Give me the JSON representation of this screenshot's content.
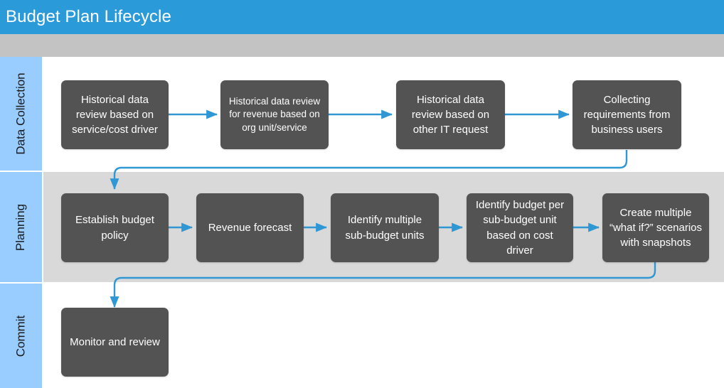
{
  "header": {
    "title": "Budget Plan Lifecycle",
    "bar_color": "#2B9AD9",
    "band_color": "#C3C3C3"
  },
  "colors": {
    "lane_label": "#99CCFF",
    "lane_planning_fill": "#D9D9D9",
    "lane_plain_fill": "#FFFFFF",
    "node_fill": "#535353",
    "node_text": "#FFFFFF",
    "connector": "#2E97D4"
  },
  "lanes": [
    {
      "label": "Data Collection"
    },
    {
      "label": "Planning"
    },
    {
      "label": "Commit"
    }
  ],
  "nodes": {
    "data_collection": [
      {
        "id": "n1",
        "label": "Historical data review based on service/cost driver"
      },
      {
        "id": "n2",
        "label": "Historical data review for revenue based on org unit/service"
      },
      {
        "id": "n3",
        "label": "Historical data review based on other IT request"
      },
      {
        "id": "n4",
        "label": "Collecting requirements from business users"
      }
    ],
    "planning": [
      {
        "id": "p1",
        "label": "Establish budget policy"
      },
      {
        "id": "p2",
        "label": "Revenue forecast"
      },
      {
        "id": "p3",
        "label": "Identify multiple sub-budget units"
      },
      {
        "id": "p4",
        "label": "Identify budget per sub-budget unit based on cost driver"
      },
      {
        "id": "p5",
        "label": "Create multiple “what if?” scenarios with snapshots"
      }
    ],
    "commit": [
      {
        "id": "c1",
        "label": "Monitor and review"
      }
    ]
  },
  "flow": [
    {
      "from": "n1",
      "to": "n2",
      "type": "straight"
    },
    {
      "from": "n2",
      "to": "n3",
      "type": "straight"
    },
    {
      "from": "n3",
      "to": "n4",
      "type": "straight"
    },
    {
      "from": "n4",
      "to": "p1",
      "type": "elbow-down-left"
    },
    {
      "from": "p1",
      "to": "p2",
      "type": "straight"
    },
    {
      "from": "p2",
      "to": "p3",
      "type": "straight"
    },
    {
      "from": "p3",
      "to": "p4",
      "type": "straight"
    },
    {
      "from": "p4",
      "to": "p5",
      "type": "straight"
    },
    {
      "from": "p5",
      "to": "c1",
      "type": "elbow-down-left"
    }
  ]
}
